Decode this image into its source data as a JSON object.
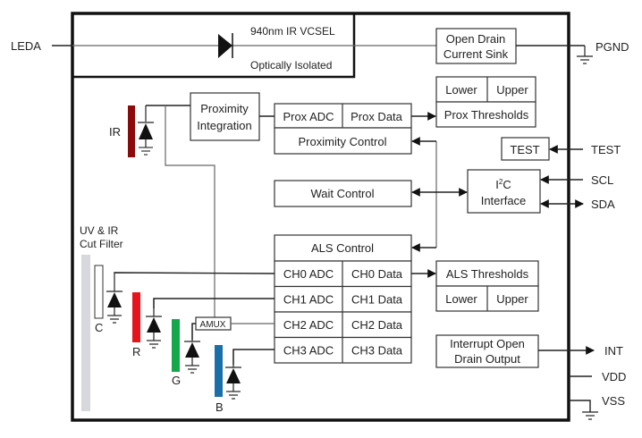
{
  "diagram": {
    "pins": {
      "leda": "LEDA",
      "pgnd": "PGND",
      "test": "TEST",
      "scl": "SCL",
      "sda": "SDA",
      "int": "INT",
      "vdd": "VDD",
      "vss": "VSS"
    },
    "vcsel": {
      "title": "940nm IR VCSEL",
      "subtitle": "Optically Isolated"
    },
    "blocks": {
      "open_drain_sink": [
        "Open Drain",
        "Current Sink"
      ],
      "proximity_integration": [
        "Proximity",
        "Integration"
      ],
      "prox_adc": "Prox ADC",
      "prox_data": "Prox Data",
      "proximity_control": "Proximity Control",
      "prox_thresholds": {
        "lower": "Lower",
        "upper": "Upper",
        "title": "Prox Thresholds"
      },
      "test": "TEST",
      "i2c": {
        "line1_base": "I",
        "line1_sup": "2",
        "line1_rest": "C",
        "line2": "Interface"
      },
      "wait_control": "Wait Control",
      "als_control": "ALS Control",
      "channels": [
        {
          "adc": "CH0 ADC",
          "data": "CH0 Data"
        },
        {
          "adc": "CH1 ADC",
          "data": "CH1 Data"
        },
        {
          "adc": "CH2 ADC",
          "data": "CH2 Data"
        },
        {
          "adc": "CH3 ADC",
          "data": "CH3 Data"
        }
      ],
      "als_thresholds": {
        "title": "ALS Thresholds",
        "lower": "Lower",
        "upper": "Upper"
      },
      "interrupt": [
        "Interrupt Open",
        "Drain Output"
      ],
      "amux": "AMUX"
    },
    "photodiodes": {
      "ir": {
        "label": "IR",
        "color": "#8b0a0a"
      },
      "c": {
        "label": "C",
        "color": "#ffffff"
      },
      "r": {
        "label": "R",
        "color": "#e8141b"
      },
      "g": {
        "label": "G",
        "color": "#14a84a"
      },
      "b": {
        "label": "B",
        "color": "#1a6fa8"
      }
    },
    "filter": {
      "label_line1": "UV & IR",
      "label_line2": "Cut Filter",
      "color": "#d6d8dc"
    }
  }
}
